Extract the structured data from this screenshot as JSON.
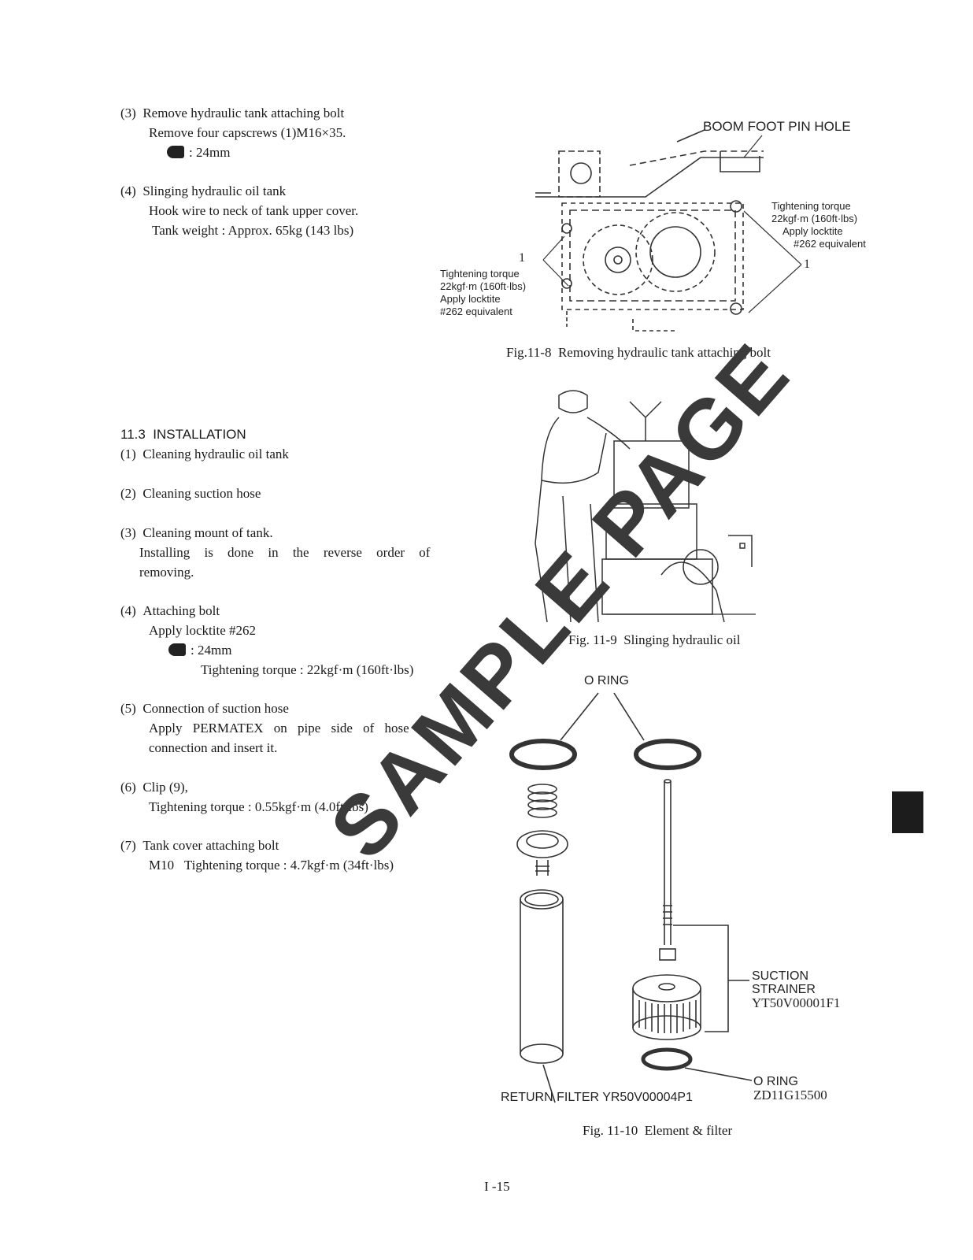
{
  "left_top": {
    "step3": {
      "title": "(3)  Remove hydraulic tank attaching bolt",
      "line1": "Remove four capscrews (1)M16×35.",
      "tool": ": 24mm"
    },
    "step4": {
      "title": "(4)  Slinging hydraulic oil tank",
      "line1": "Hook wire to neck of tank upper cover.",
      "line2": "Tank weight : Approx. 65kg (143 lbs)"
    }
  },
  "fig8": {
    "boom_label": "BOOM FOOT PIN HOLE",
    "right_note": [
      "Tightening torque",
      "22kgf·m (160ft·lbs)",
      "Apply locktite",
      "#262 equivalent"
    ],
    "left_note": [
      "Tightening torque",
      "22kgf·m (160ft·lbs)",
      "Apply locktite",
      "#262 equivalent"
    ],
    "callout": "1",
    "caption": "Fig.11-8  Removing hydraulic tank attaching bolt"
  },
  "installation": {
    "heading": "11.3  INSTALLATION",
    "s1": "(1)  Cleaning hydraulic oil tank",
    "s2": "(2)  Cleaning suction hose",
    "s3": "(3)  Cleaning mount of tank.",
    "s3a": "Installing is done in the reverse order of",
    "s3b": "removing.",
    "s4": "(4)  Attaching bolt",
    "s4a": "Apply locktite #262",
    "s4tool": ": 24mm",
    "s4b": "Tightening torque : 22kgf·m (160ft·lbs)",
    "s5": "(5)  Connection of suction hose",
    "s5a": "Apply PERMATEX on pipe side of hose",
    "s5b": "connection and insert it.",
    "s6": "(6)  Clip (9),",
    "s6a": "Tightening torque : 0.55kgf·m (4.0ft·lbs)",
    "s7": "(7)  Tank cover attaching bolt",
    "s7a": "M10   Tightening torque : 4.7kgf·m (34ft·lbs)"
  },
  "fig9": {
    "caption": "Fig. 11-9  Slinging hydraulic oil"
  },
  "fig10": {
    "oring_top": "O RING",
    "suction": [
      "SUCTION",
      "STRAINER",
      "YT50V00001F1"
    ],
    "oring_bottom": [
      "O RING",
      "ZD11G15500"
    ],
    "return_filter": "RETURN FILTER YR50V00004P1",
    "caption": "Fig. 11-10  Element & filter"
  },
  "watermark": "SAMPLE PAGE",
  "page_number": "I -15"
}
